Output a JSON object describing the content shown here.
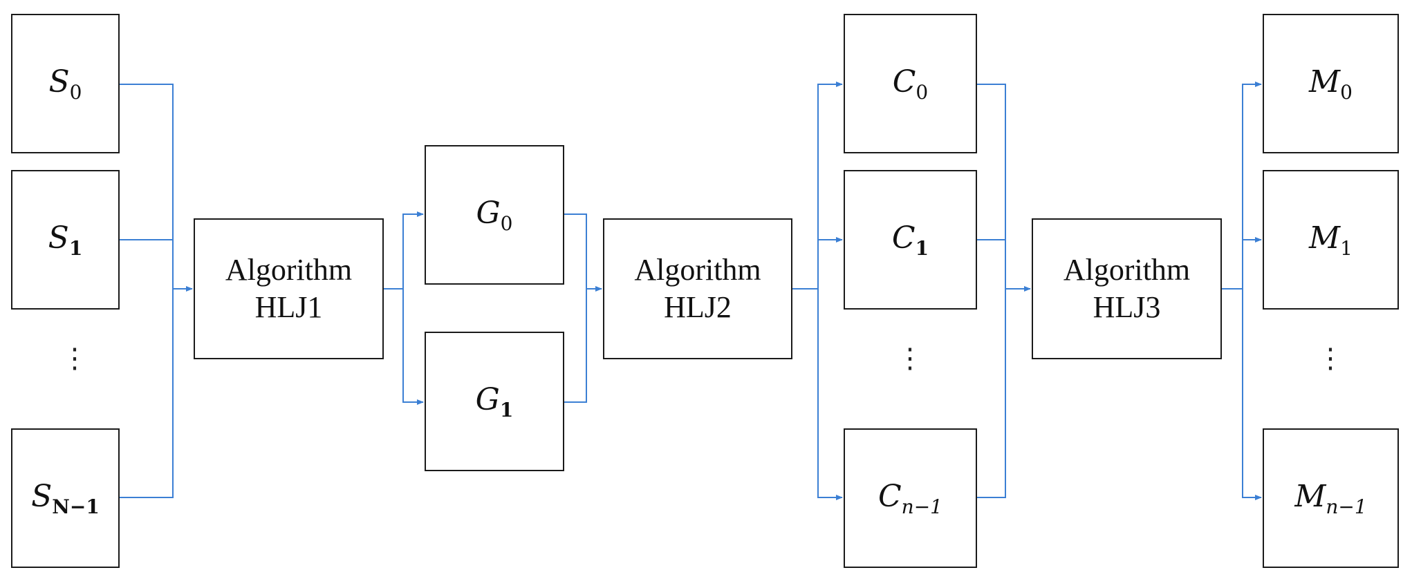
{
  "diagram": {
    "line_color": "#3b7fd4",
    "inputs": [
      {
        "base": "S",
        "sub": "0"
      },
      {
        "base": "S",
        "sub": "1"
      },
      {
        "base": "S",
        "sub": "N−1"
      }
    ],
    "algorithm1": {
      "line1": "Algorithm",
      "line2": "HLJ1"
    },
    "groups": [
      {
        "base": "G",
        "sub": "0"
      },
      {
        "base": "G",
        "sub": "1"
      }
    ],
    "algorithm2": {
      "line1": "Algorithm",
      "line2": "HLJ2"
    },
    "codes": [
      {
        "base": "C",
        "sub": "0"
      },
      {
        "base": "C",
        "sub": "1"
      },
      {
        "base": "C",
        "sub": "n−1"
      }
    ],
    "algorithm3": {
      "line1": "Algorithm",
      "line2": "HLJ3"
    },
    "outputs": [
      {
        "base": "M",
        "sub": "0"
      },
      {
        "base": "M",
        "sub": "1"
      },
      {
        "base": "M",
        "sub": "n−1"
      }
    ],
    "ellipsis": "⋮"
  }
}
